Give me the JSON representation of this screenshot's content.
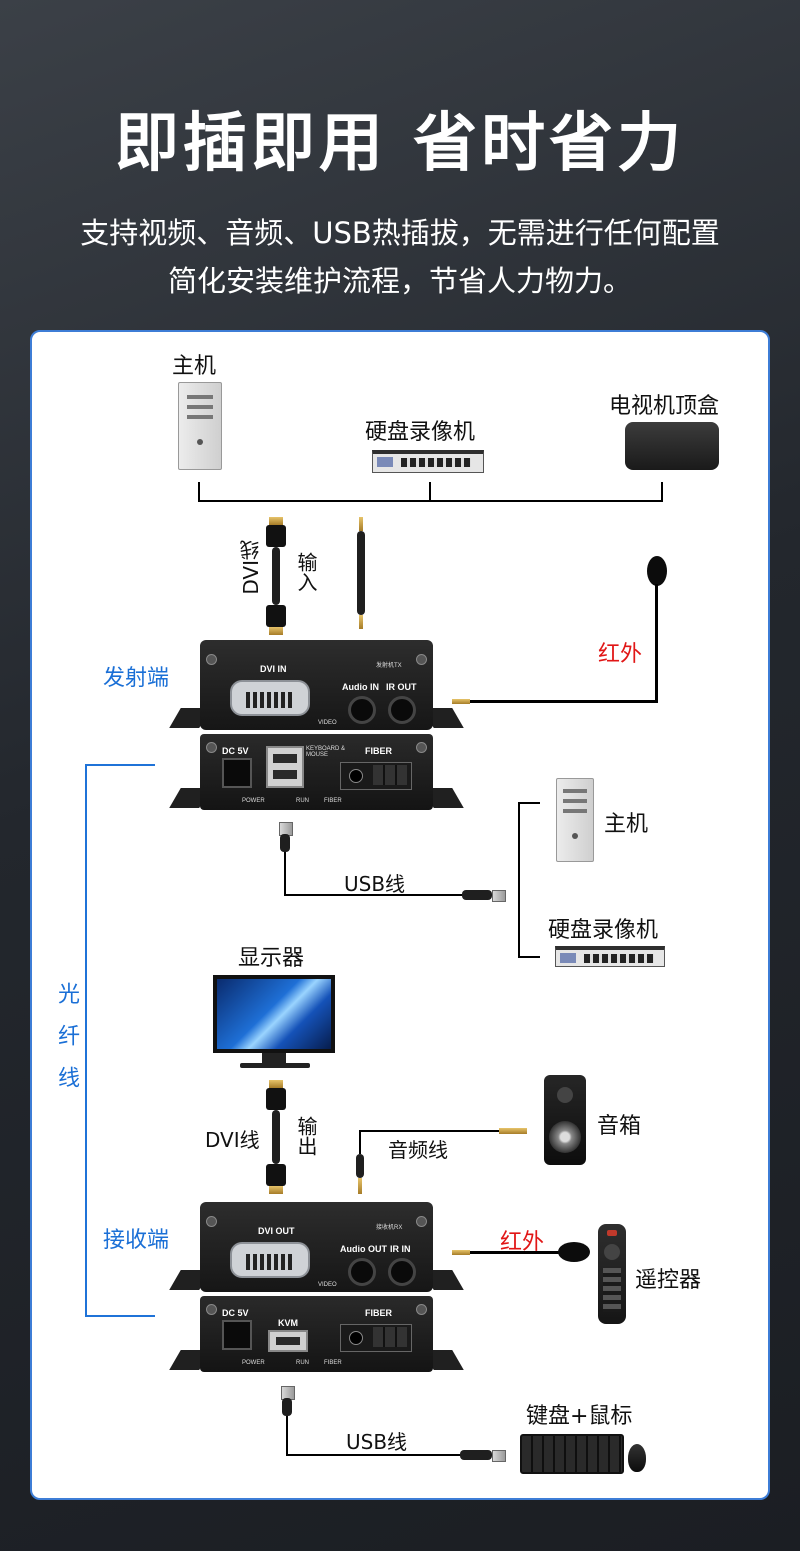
{
  "headline": "即插即用 省时省力",
  "sublines": [
    "支持视频、音频、USB热插拔，无需进行任何配置",
    "简化安装维护流程，节省人力物力。"
  ],
  "labels": {
    "host_top": "主机",
    "dvr_top": "硬盘录像机",
    "stb": "电视机顶盒",
    "dvi_cable_top": "DVI线",
    "input": "输入",
    "transmitter": "发射端",
    "ir_top": "红外",
    "usb_top": "USB线",
    "host_mid": "主机",
    "dvr_mid": "硬盘录像机",
    "fiber": "光纤线",
    "monitor": "显示器",
    "dvi_cable_bottom": "DVI线",
    "output": "输出",
    "audio_cable": "音频线",
    "speaker": "音箱",
    "receiver": "接收端",
    "ir_bottom": "红外",
    "remote": "遥控器",
    "usb_bottom": "USB线",
    "kbm": "键盘+鼠标"
  },
  "tx_device": {
    "model": "发射机TX",
    "dvi_in": "DVI IN",
    "audio_in": "Audio IN",
    "ir_out": "IR OUT",
    "video": "VIDEO",
    "dc": "DC 5V",
    "kbm": "KEYBOARD & MOUSE",
    "fiber": "FIBER",
    "power": "POWER",
    "run": "RUN",
    "fiber_led": "FIBER"
  },
  "rx_device": {
    "model": "接收机RX",
    "dvi_out": "DVI OUT",
    "audio_out": "Audio OUT",
    "ir_in": "IR IN",
    "video": "VIDEO",
    "dc": "DC 5V",
    "kvm": "KVM",
    "fiber": "FIBER",
    "power": "POWER",
    "run": "RUN",
    "fiber_led": "FIBER"
  },
  "colors": {
    "accent_blue": "#1a6fd6",
    "ir_red": "#e11616",
    "panel_border": "#3d7dd6"
  }
}
